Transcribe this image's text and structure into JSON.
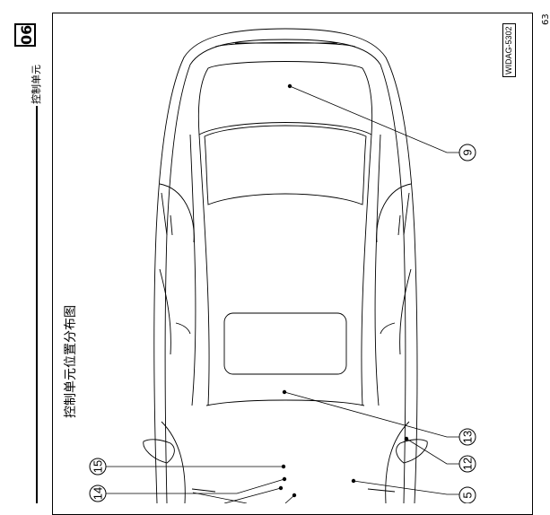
{
  "section": {
    "number": "06",
    "title": "控制单元"
  },
  "diagram": {
    "title": "控制单元位置分布图",
    "code": "WIDAG-5302"
  },
  "page_mark": "63",
  "callouts": [
    {
      "id": "9",
      "label": "9"
    },
    {
      "id": "13",
      "label": "13"
    },
    {
      "id": "12",
      "label": "12"
    },
    {
      "id": "15",
      "label": "15"
    },
    {
      "id": "14",
      "label": "14"
    },
    {
      "id": "5",
      "label": "5"
    }
  ]
}
